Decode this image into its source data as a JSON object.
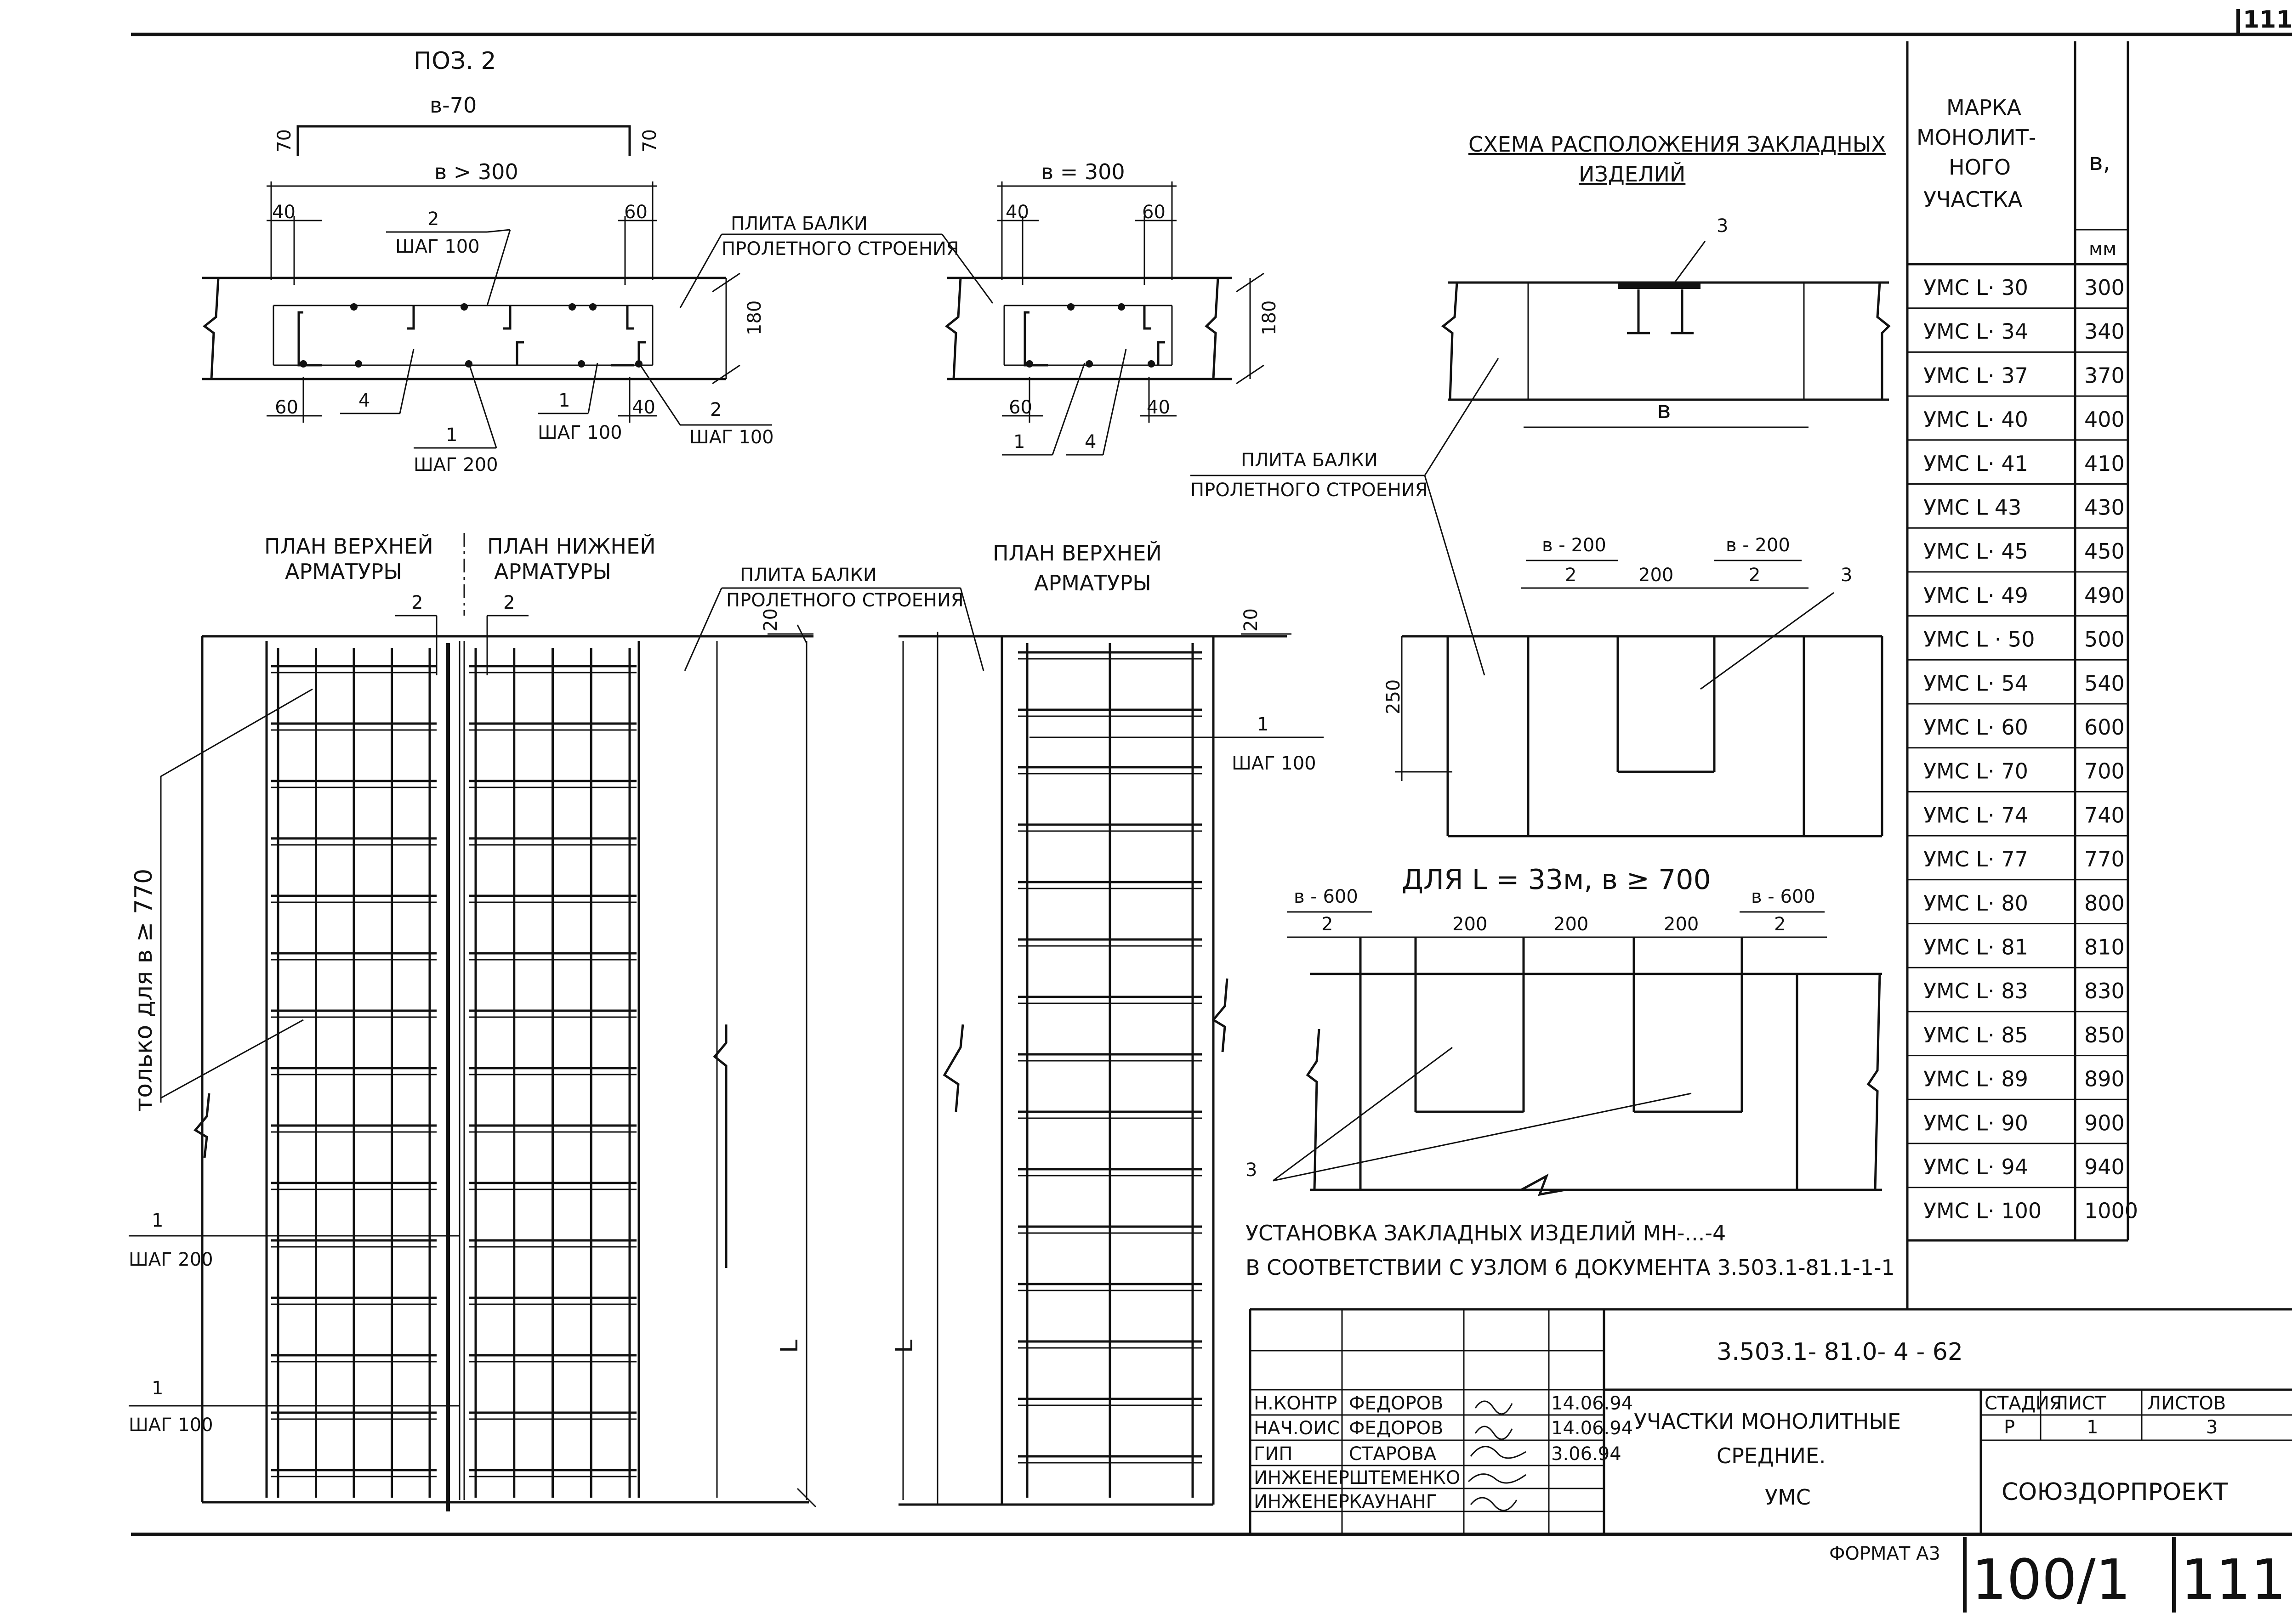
{
  "corner": {
    "page_top": "111"
  },
  "left_section": {
    "pos_title": "ПОЗ. 2",
    "dim_b70": "в-70",
    "dim_70_left": "70",
    "dim_70_right": "70",
    "dim_bgt300": "в > 300",
    "dim_40": "40",
    "dim_60": "60",
    "dim_180": "180",
    "dim_60_bottom": "60",
    "dim_40_bottom": "40",
    "lbl_2_top": "2",
    "lbl_shag100_top": "ШАГ 100",
    "lbl_4": "4",
    "lbl_1_a": "1",
    "lbl_shag100_a": "ШАГ 100",
    "lbl_2_b": "2",
    "lbl_shag100_b": "ШАГ 100",
    "lbl_1_c": "1",
    "lbl_shag200": "ШАГ 200",
    "plate_line1": "ПЛИТА БАЛКИ",
    "plate_line2": "ПРОЛЕТНОГО СТРОЕНИЯ"
  },
  "mid_section": {
    "dim_b300": "в = 300",
    "dim_40": "40",
    "dim_60": "60",
    "dim_180": "180",
    "dim_60_bottom": "60",
    "dim_40_bottom": "40",
    "lbl_1": "1",
    "lbl_4": "4"
  },
  "plans": {
    "top_plan_l1": "ПЛАН ВЕРХНЕЙ",
    "top_plan_l2": "АРМАТУРЫ",
    "bot_plan_l1": "ПЛАН НИЖНЕЙ",
    "bot_plan_l2": "АРМАТУРЫ",
    "lbl_2a": "2",
    "lbl_2b": "2",
    "plate_l1": "ПЛИТА БАЛКИ",
    "plate_l2": "ПРОЛЕТНОГО СТРОЕНИЯ",
    "dim_20a": "20",
    "vertical_note": "только для в ≥ 770",
    "lbl_1_shag200_n": "1",
    "lbl_1_shag200_t": "ШАГ 200",
    "lbl_1_shag100_n": "1",
    "lbl_1_shag100_t": "ШАГ 100",
    "dim_L_left": "L",
    "right_plan_l1": "ПЛАН ВЕРХНЕЙ",
    "right_plan_l2": "АРМАТУРЫ",
    "dim_20b": "20",
    "lbl_1_right": "1",
    "lbl_shag100_right": "ШАГ 100",
    "dim_L_right": "L"
  },
  "embedded": {
    "title_l1": "СХЕМА РАСПОЛОЖЕНИЯ ЗАКЛАДНЫХ",
    "title_l2": "ИЗДЕЛИЙ",
    "lbl_3_top": "3",
    "dim_b": "в",
    "plate_l1": "ПЛИТА БАЛКИ",
    "plate_l2": "ПРОЛЕТНОГО СТРОЕНИЯ",
    "dim_b200_left": "в - 200",
    "dim_2_left": "2",
    "dim_200": "200",
    "dim_b200_right": "в - 200",
    "dim_2_right": "2",
    "lbl_3_mid": "3",
    "dim_250": "250",
    "subtitle": "ДЛЯ L = 33м, в ≥ 700",
    "dim_b600_left": "в - 600",
    "dim_2_left2": "2",
    "dim_200_a": "200",
    "dim_200_b": "200",
    "dim_200_c": "200",
    "dim_b600_right": "в - 600",
    "dim_2_right2": "2",
    "lbl_3_bottom": "3"
  },
  "note": {
    "line1": "УСТАНОВКА   ЗАКЛАДНЫХ  ИЗДЕЛИЙ  МН-...-4",
    "line2": "В СООТВЕТСТВИИ  С  УЗЛОМ  6  ДОКУМЕНТА   3.503.1-81.1-1-1"
  },
  "table": {
    "header_mark": [
      "МАРКА",
      "МОНОЛИТ-",
      "НОГО",
      "УЧАСТКА"
    ],
    "header_b": "в,",
    "header_unit": "мм",
    "rows": [
      {
        "mark": "УМС  L· 30",
        "b": "300"
      },
      {
        "mark": "УМС  L· 34",
        "b": "340"
      },
      {
        "mark": "УМС  L· 37",
        "b": "370"
      },
      {
        "mark": "УМС  L· 40",
        "b": "400"
      },
      {
        "mark": "УМС  L· 41",
        "b": "410"
      },
      {
        "mark": "УМС  L  43",
        "b": "430"
      },
      {
        "mark": "УМС  L· 45",
        "b": "450"
      },
      {
        "mark": "УМС  L· 49",
        "b": "490"
      },
      {
        "mark": "УМС  L · 50",
        "b": "500"
      },
      {
        "mark": "УМС  L· 54",
        "b": "540"
      },
      {
        "mark": "УМС  L· 60",
        "b": "600"
      },
      {
        "mark": "УМС  L· 70",
        "b": "700"
      },
      {
        "mark": "УМС  L· 74",
        "b": "740"
      },
      {
        "mark": "УМС  L· 77",
        "b": "770"
      },
      {
        "mark": "УМС  L· 80",
        "b": "800"
      },
      {
        "mark": "УМС  L· 81",
        "b": "810"
      },
      {
        "mark": "УМС  L· 83",
        "b": "830"
      },
      {
        "mark": "УМС  L· 85",
        "b": "850"
      },
      {
        "mark": "УМС  L· 89",
        "b": "890"
      },
      {
        "mark": "УМС  L· 90",
        "b": "900"
      },
      {
        "mark": "УМС  L· 94",
        "b": "940"
      },
      {
        "mark": "УМС  L· 100",
        "b": "1000"
      }
    ]
  },
  "title_block": {
    "doc_code": "3.503.1- 81.0- 4 - 62",
    "roles": [
      "Н.КОНТР",
      "НАЧ.ОИС",
      "ГИП",
      "ИНЖЕНЕР",
      "ИНЖЕНЕР"
    ],
    "names": [
      "ФЕДОРОВ",
      "ФЕДОРОВ",
      "СТАРОВА",
      "ШТЕМЕНКО",
      "КАУНАНГ"
    ],
    "dates": [
      "14.06.94",
      "14.06.94",
      "3.06.94",
      "",
      ""
    ],
    "title_l1": "УЧАСТКИ  МОНОЛИТНЫЕ",
    "title_l2": "СРЕДНИЕ.",
    "title_l3": "УМС",
    "stage_h": "СТАДИЯ",
    "sheet_h": "ЛИСТ",
    "sheets_h": "ЛИСТОВ",
    "stage_v": "Р",
    "sheet_v": "1",
    "sheets_v": "3",
    "org": "СОЮЗДОРПРОЕКТ",
    "format": "ФОРМАТ А3",
    "album_no": "100/1",
    "page_no": "111"
  }
}
